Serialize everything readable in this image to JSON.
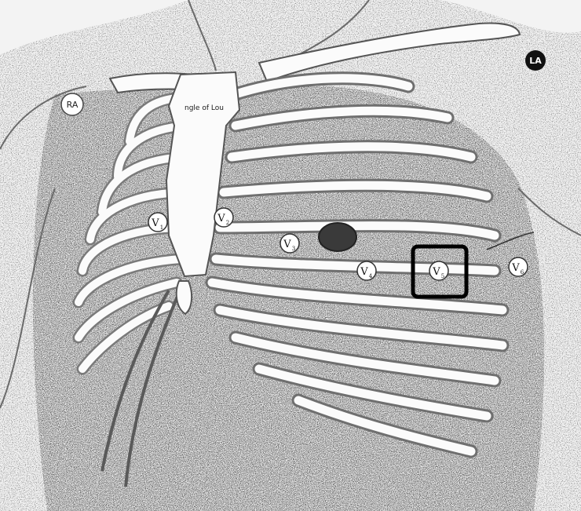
{
  "figure": {
    "labels": {
      "angle_of_louis": "ngle of Lou",
      "right_arm": "RA",
      "left_arm": "LA"
    },
    "leads": [
      {
        "main": "V",
        "sub": "1"
      },
      {
        "main": "V",
        "sub": "2"
      },
      {
        "main": "V",
        "sub": "3"
      },
      {
        "main": "V",
        "sub": "4"
      },
      {
        "main": "V",
        "sub": "5"
      },
      {
        "main": "V",
        "sub": "6"
      }
    ],
    "highlighted_lead": "V5",
    "colors": {
      "ink": "#111111",
      "bone": "#fbfbfb",
      "shadow": "#9a9a9a",
      "skin": "#eeeeee",
      "highlight_box": "#000000"
    }
  }
}
